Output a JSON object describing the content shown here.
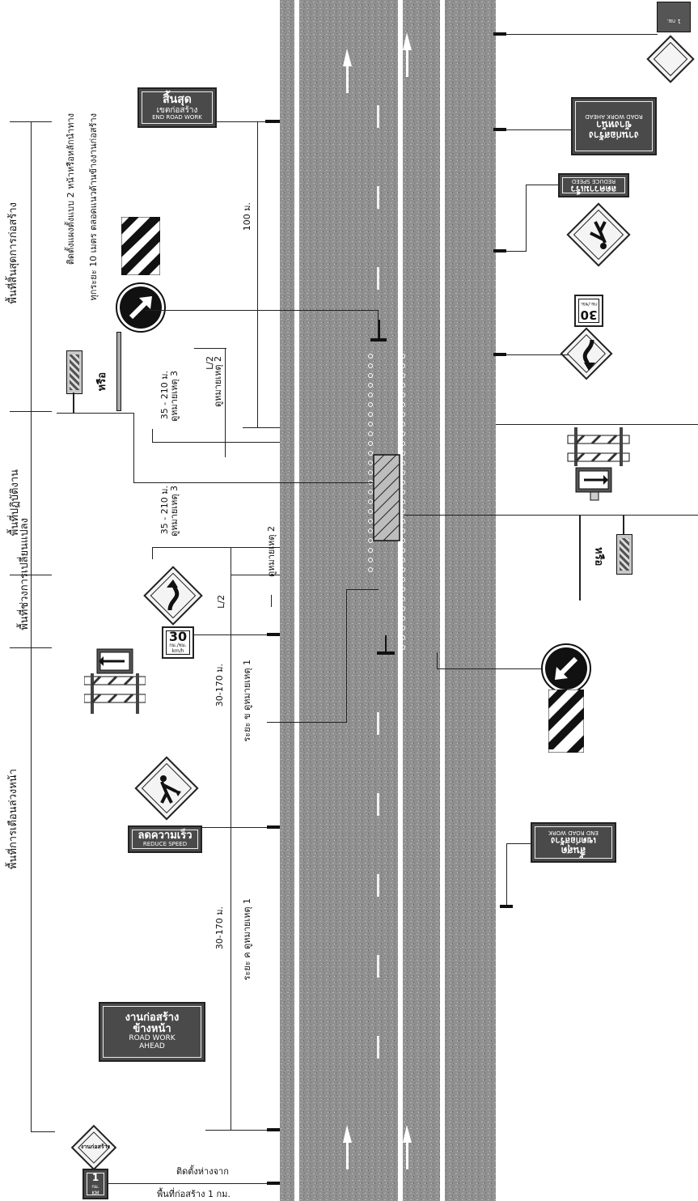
{
  "zones": {
    "z1": "พื้นที่สิ้นสุดการก่อสร้าง",
    "z2": "พื้นที่ปฏิบัติงาน",
    "z3": "พื้นที่ช่วงการเปลี่ยนแปลง",
    "z4": "พื้นที่การเตือนล่วงหน้า"
  },
  "notes": {
    "barrier_line1": "ติดตั้งแผงตั้งแบบ 2 หน้าหรือหลักนำทาง",
    "barrier_line2": "ทุกระยะ 10 เมตร ตลอดแนวด้านข้างงานก่อสร้าง",
    "or": "หรือ",
    "install_1": "ติดตั้งห่างจาก",
    "install_2": "พื้นที่ก่อสร้าง 1 กม."
  },
  "dims": {
    "d100": "100 ม.",
    "l2_top": "L/2",
    "note2_top": "ดูหมายเหตุ 2",
    "d35_top": "35 - 210 ม.",
    "note3_top": "ดูหมายเหตุ 3",
    "d35_mid": "35 - 210 ม.",
    "note3_mid": "ดูหมายเหตุ 3",
    "note2_mid": "ดูหมายเหตุ 2",
    "l2_mid": "L/2",
    "d30_a": "30-170 ม.",
    "note1_a": "ระยะ ข ดูหมายเหตุ 1",
    "d30_b": "30-170 ม.",
    "note1_b": "ระยะ ค ดูหมายเหตุ 1"
  },
  "signs": {
    "end_th": "สิ้นสุด",
    "end_th2": "เขตก่อสร้าง",
    "end_en": "END ROAD WORK",
    "slow_th": "ลดความเร็ว",
    "slow_en": "REDUCE SPEED",
    "work_th1": "งานก่อสร้าง",
    "work_th2": "ข้างหน้า",
    "work_en1": "ROAD WORK",
    "work_en2": "AHEAD",
    "speed": "30",
    "speed_unit": "กม./ชม.",
    "speed_unit_en": "km/h",
    "first_th": "งานก่อสร้าง",
    "first_dist": "1",
    "first_unit": "กม.",
    "first_unit_en": "KM",
    "opp_work_th1": "งานก่อสร้าง",
    "opp_work_th2": "ข้างหน้า",
    "opp_work_en": "ROAD WORK AHEAD",
    "opp_slow": "ลดความเร็ว",
    "opp_slow_en": "REDUCE SPEED",
    "opp_end": "สิ้นสุด",
    "opp_end2": "เขตก่อสร้าง",
    "opp_end_en": "END ROAD WORK",
    "opp_or": "หรือ",
    "opp_small_top": "1 กม."
  },
  "colors": {
    "road": "#8e8e8e",
    "sign_bg": "#4a4a4a",
    "line": "#222222"
  }
}
